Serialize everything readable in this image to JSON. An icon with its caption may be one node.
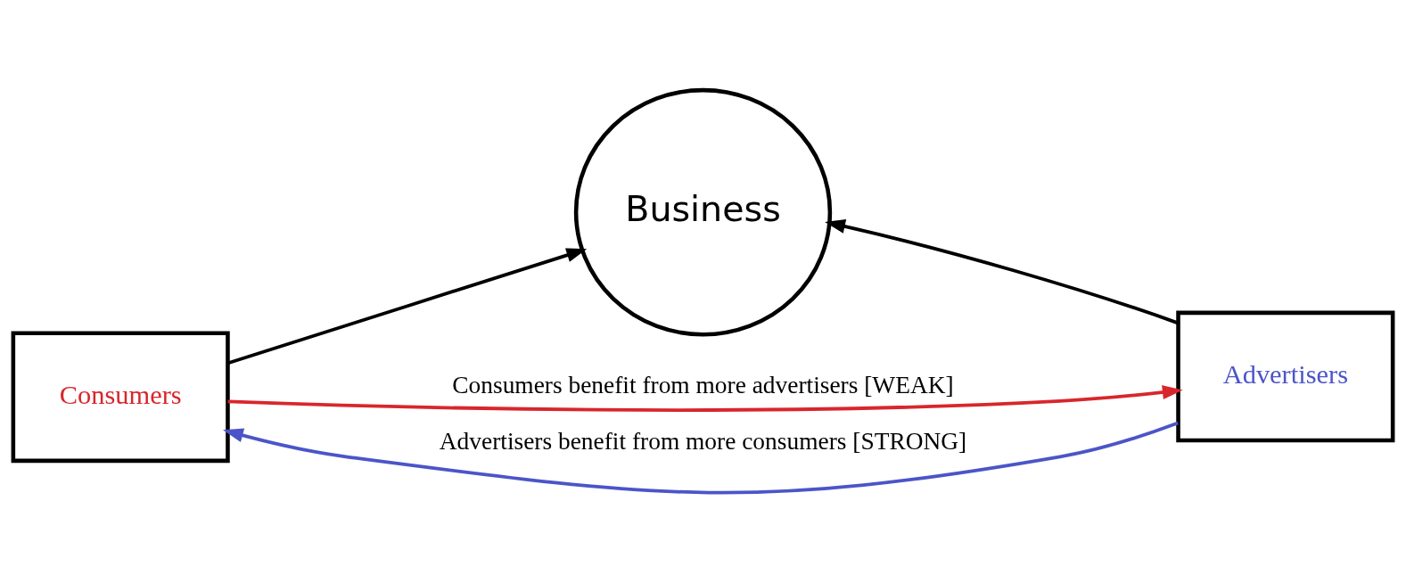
{
  "diagram": {
    "nodes": [
      {
        "text": [
          "Consumers"
        ]
      },
      {
        "text": [
          "Business"
        ]
      },
      {
        "text": [
          "Advertisers"
        ]
      }
    ],
    "edges": [
      {
        "from": 0,
        "to": 2,
        "arrow": "to",
        "label": "Consumers benefit from more advertisers [WEAK]",
        "color": "#d8262c"
      },
      {
        "from": 0,
        "to": 1,
        "arrow": "to"
      },
      {
        "from": 2,
        "to": 1,
        "arrow": "to"
      },
      {
        "from": 2,
        "to": 0,
        "arrow": "to",
        "label": "Advertisers benefit from more consumers [STRONG]",
        "color": "#4b55c8"
      }
    ]
  }
}
